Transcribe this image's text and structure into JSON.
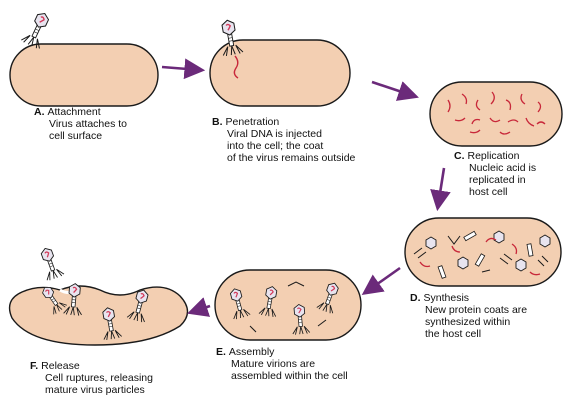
{
  "colors": {
    "cell_fill": "#f3cfb2",
    "cell_stroke": "#1a1a1a",
    "arrow": "#6b2a7a",
    "dna": "#c8283a",
    "phage_head": "#e8e4ef",
    "phage_core": "#d23a5a"
  },
  "steps": [
    {
      "letter": "A.",
      "title": "Attachment",
      "lines": [
        "Virus attaches to",
        "cell surface"
      ]
    },
    {
      "letter": "B.",
      "title": "Penetration",
      "lines": [
        "Viral DNA is injected",
        "into the cell; the coat",
        "of the virus remains outside"
      ]
    },
    {
      "letter": "C.",
      "title": "Replication",
      "lines": [
        "Nucleic acid is",
        "replicated in",
        "host cell"
      ]
    },
    {
      "letter": "D.",
      "title": "Synthesis",
      "lines": [
        "New protein coats are",
        "synthesized within",
        "the host cell"
      ]
    },
    {
      "letter": "E.",
      "title": "Assembly",
      "lines": [
        "Mature virions are",
        "assembled within the cell"
      ]
    },
    {
      "letter": "F.",
      "title": "Release",
      "lines": [
        "Cell ruptures, releasing",
        "mature virus particles"
      ]
    }
  ]
}
